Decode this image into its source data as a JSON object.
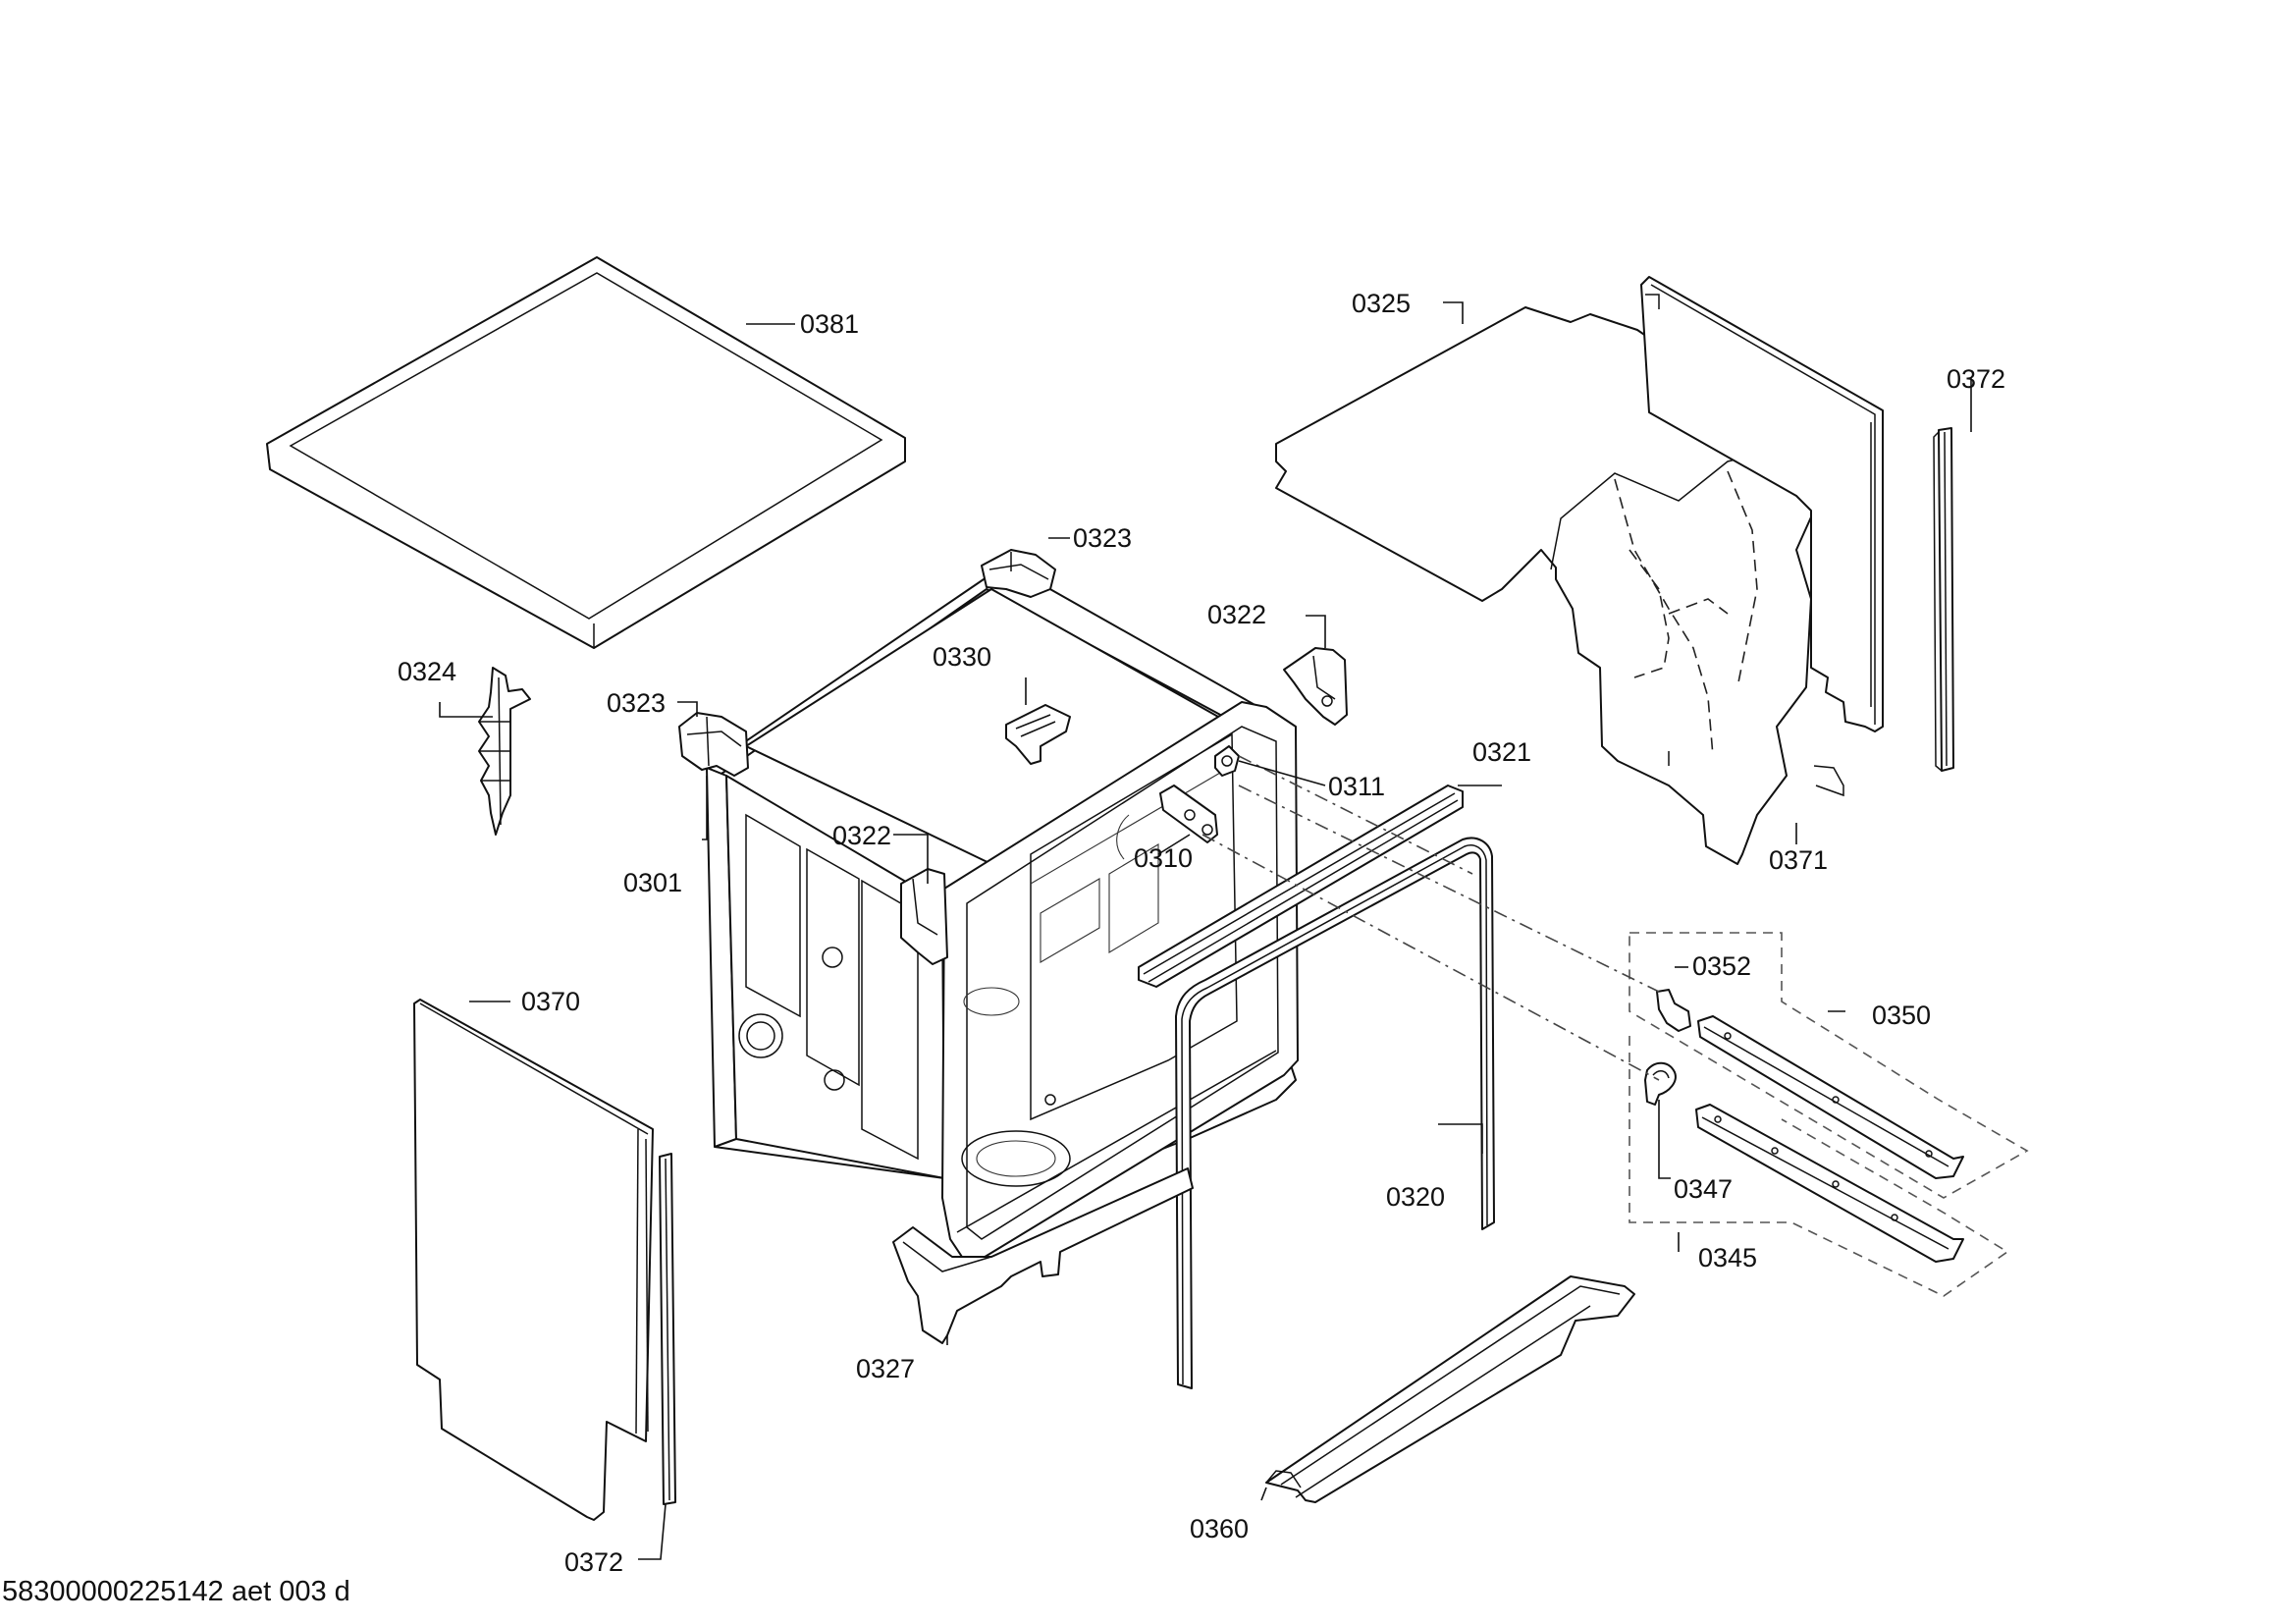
{
  "labels": {
    "p0381": "0381",
    "p0325": "0325",
    "p0372_top": "0372",
    "p0323_top": "0323",
    "p0323_left": "0323",
    "p0322_right": "0322",
    "p0322_left": "0322",
    "p0324": "0324",
    "p0330": "0330",
    "p0311": "0311",
    "p0321": "0321",
    "p0310": "0310",
    "p0301": "0301",
    "p0371": "0371",
    "p0352": "0352",
    "p0350": "0350",
    "p0347": "0347",
    "p0345": "0345",
    "p0370": "0370",
    "p0320": "0320",
    "p0327": "0327",
    "p0360": "0360",
    "p0372_bottom": "0372"
  },
  "footer": "58300000225142 aet 003 d"
}
